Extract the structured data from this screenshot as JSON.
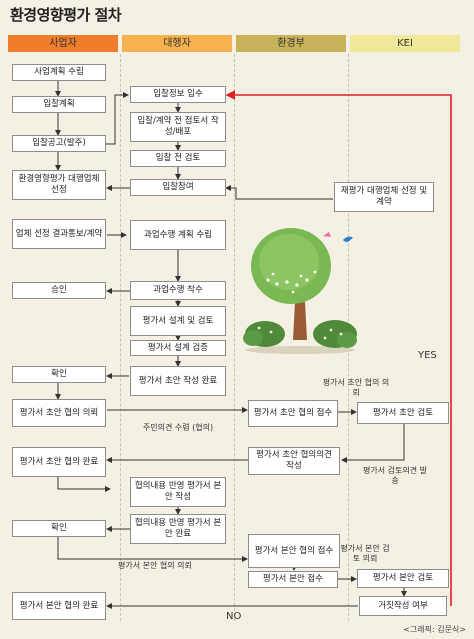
{
  "title": "환경영향평가 절차",
  "columns": [
    {
      "label": "사업자",
      "color": "#ef7d2c"
    },
    {
      "label": "대행자",
      "color": "#f5b24f"
    },
    {
      "label": "환경부",
      "color": "#c9b35a"
    },
    {
      "label": "KEI",
      "color": "#f2e89a"
    }
  ],
  "boxes": {
    "b1": "사업계획 수립",
    "b2": "입찰계획",
    "b3": "입찰공고(발주)",
    "b4": "환경영향평가 대행업체 선정",
    "b5": "업체 선정 결과통보/계약",
    "b6": "승인",
    "b7": "확인",
    "b8": "평가서 초안 협의 의뢰",
    "b9": "평가서 초안 협의 완료",
    "b10": "확인",
    "b11": "평가서 본안 협의 완료",
    "c1": "입찰정보 입수",
    "c2": "입찰/계약 전 점토서 작성/배포",
    "c3": "입찰 전 검토",
    "c4": "입찰참여",
    "c5": "과업수행 계획 수립",
    "c6": "과업수행 착수",
    "c7": "평가서 설계 및 검토",
    "c8": "평가서 설계 검증",
    "c9": "평가서 초안 작성 완료",
    "c10": "협의내용 반영 평가서 본안 작성",
    "c11": "협의내용 반영 평가서 본안 완료",
    "d1": "평가서 초안 협의 접수",
    "d2": "평가서 초안 협의의견 작성",
    "d3": "평가서 본안 협의 접수",
    "d4": "평가서 본안 접수",
    "e1": "재평가 대행업체 선정 및 계약",
    "e2": "평가서 초안 검토",
    "e3": "평가서 본안 검토",
    "e4": "거짓작성 여부"
  },
  "labels": {
    "kei_opinion": "평가서 초안 협의 의뢰",
    "resident": "주민의견 수렴 (협의)",
    "review_send": "평가서 검토의견 발송",
    "bonan_request": "평가서 본안 협의 의뢰",
    "bonan_review_request": "평가서 본안 검토 의뢰",
    "yes": "YES",
    "no": "NO"
  },
  "credit": "<그래픽: 김문식>"
}
